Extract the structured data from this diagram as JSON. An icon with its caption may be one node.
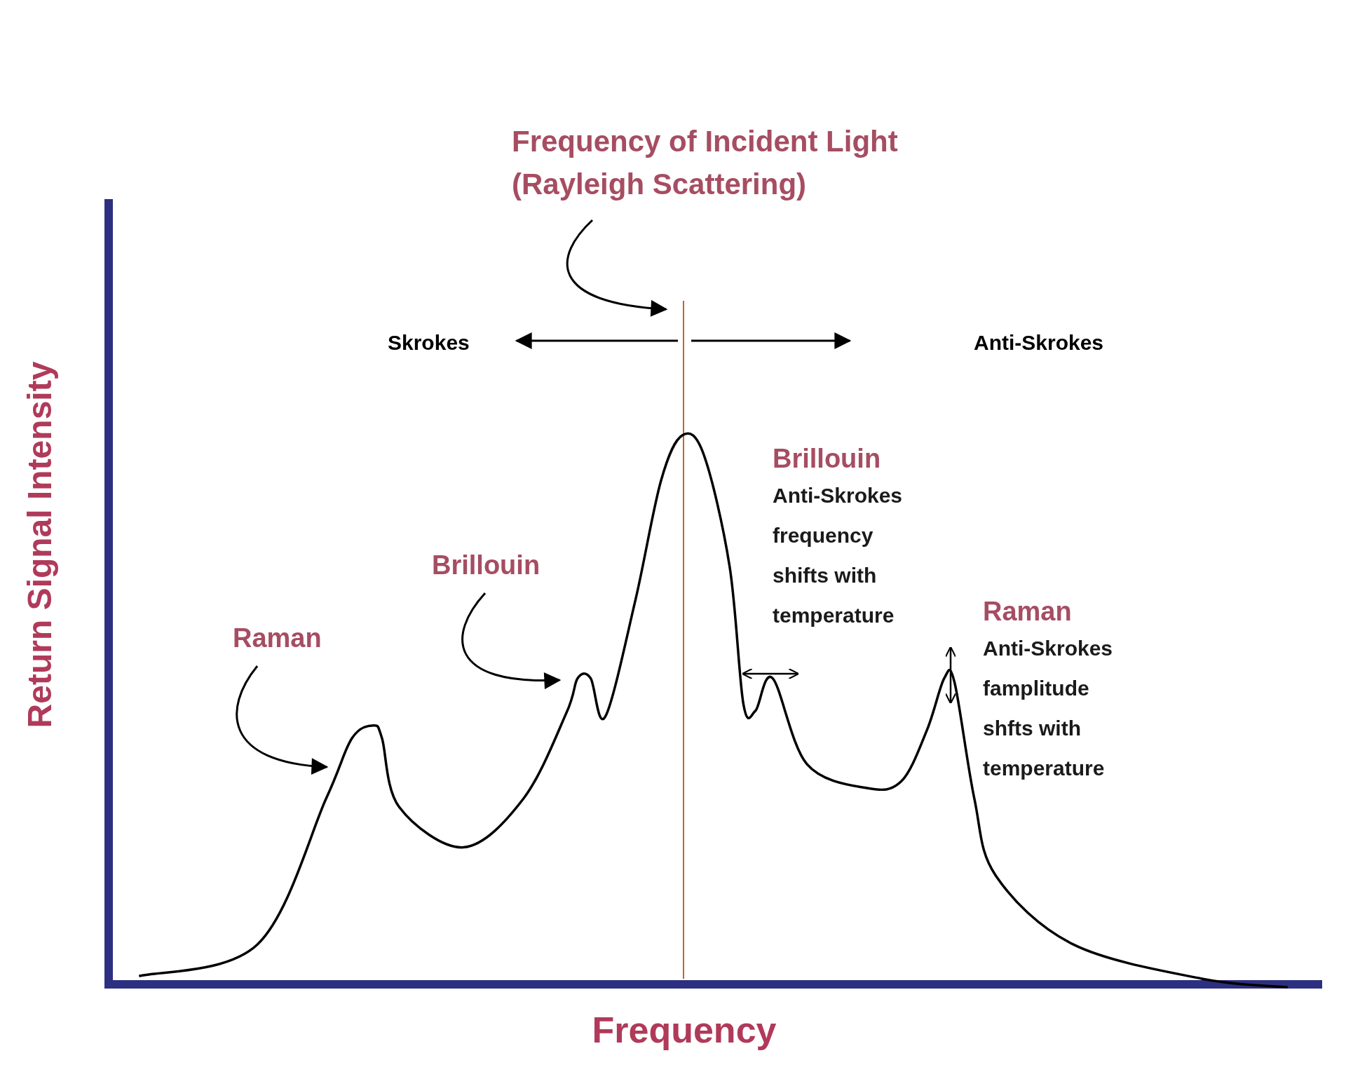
{
  "diagram": {
    "nodes": [
      {
        "text": [
          "Frequency of Incident Light (Rayleigh Scattering)"
        ]
      },
      {
        "text": [
          "Raman"
        ]
      },
      {
        "text": [
          "Brillouin"
        ]
      },
      {
        "text": [
          "Brillouin",
          "Anti-Skrokes frequency shifts with temperature"
        ]
      },
      {
        "text": [
          "Raman",
          "Anti-Skrokes famplitude shfts with temperature"
        ]
      }
    ],
    "edges": [
      {
        "from": 0,
        "to": null,
        "arrow": "to"
      },
      {
        "from": 1,
        "to": null,
        "arrow": "to"
      },
      {
        "from": 2,
        "to": null,
        "arrow": "to"
      }
    ],
    "labels": [
      "Skrokes",
      "Anti-Skrokes",
      "Return Signal Intensity",
      "Frequency"
    ]
  }
}
